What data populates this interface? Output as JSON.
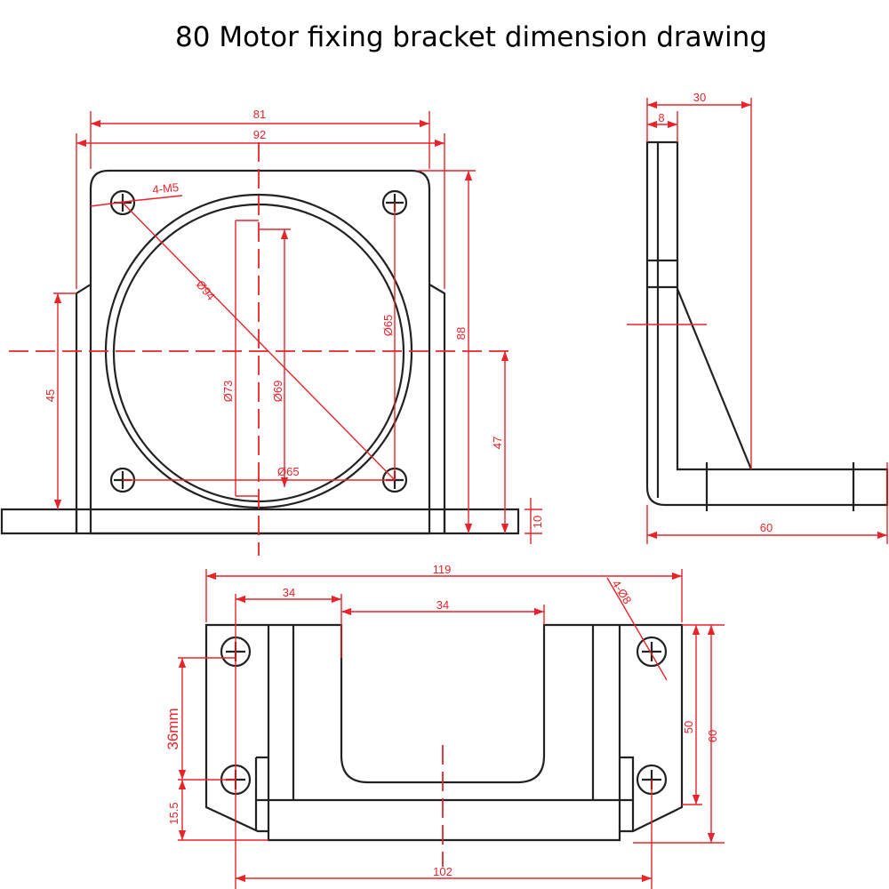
{
  "title": "80 Motor fixing bracket dimension drawing",
  "front_view": {
    "w81": "81",
    "w92": "92",
    "h88": "88",
    "h47": "47",
    "h45": "45",
    "h10": "10",
    "screw": "4-M5",
    "d94": "Ø94",
    "d73": "Ø73",
    "d69": "Ø69",
    "d65v": "Ø65",
    "d65h": "Ø65"
  },
  "side_view": {
    "w30": "30",
    "w8": "8",
    "w60": "60"
  },
  "bottom_view": {
    "w119": "119",
    "w34a": "34",
    "w34b": "34",
    "holes": "4-Ø8",
    "h50": "50",
    "h60": "60",
    "h36": "36mm",
    "h15": "15.5",
    "w102": "102"
  },
  "colors": {
    "dimension": "#e8242a",
    "outline": "#222222"
  }
}
